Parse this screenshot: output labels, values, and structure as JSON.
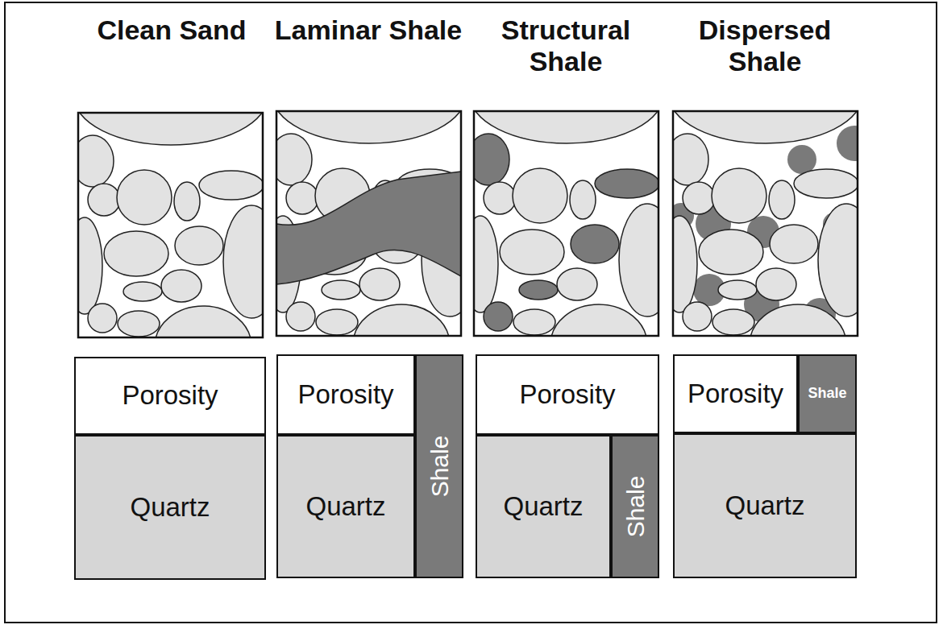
{
  "diagram": {
    "nodes": [
      {
        "text": [
          "Porosity"
        ]
      },
      {
        "text": [
          "Quartz"
        ]
      },
      {
        "text": [
          "Porosity"
        ]
      },
      {
        "text": [
          "Quartz"
        ]
      },
      {
        "text": [
          "Shale"
        ]
      },
      {
        "text": [
          "Porosity"
        ]
      },
      {
        "text": [
          "Quartz"
        ]
      },
      {
        "text": [
          "Shale"
        ]
      },
      {
        "text": [
          "Porosity"
        ]
      },
      {
        "text": [
          "Shale"
        ]
      },
      {
        "text": [
          "Quartz"
        ]
      }
    ],
    "labels": [
      "Clean Sand",
      "Laminar Shale",
      "Structural Shale",
      "Dispersed Shale"
    ]
  }
}
